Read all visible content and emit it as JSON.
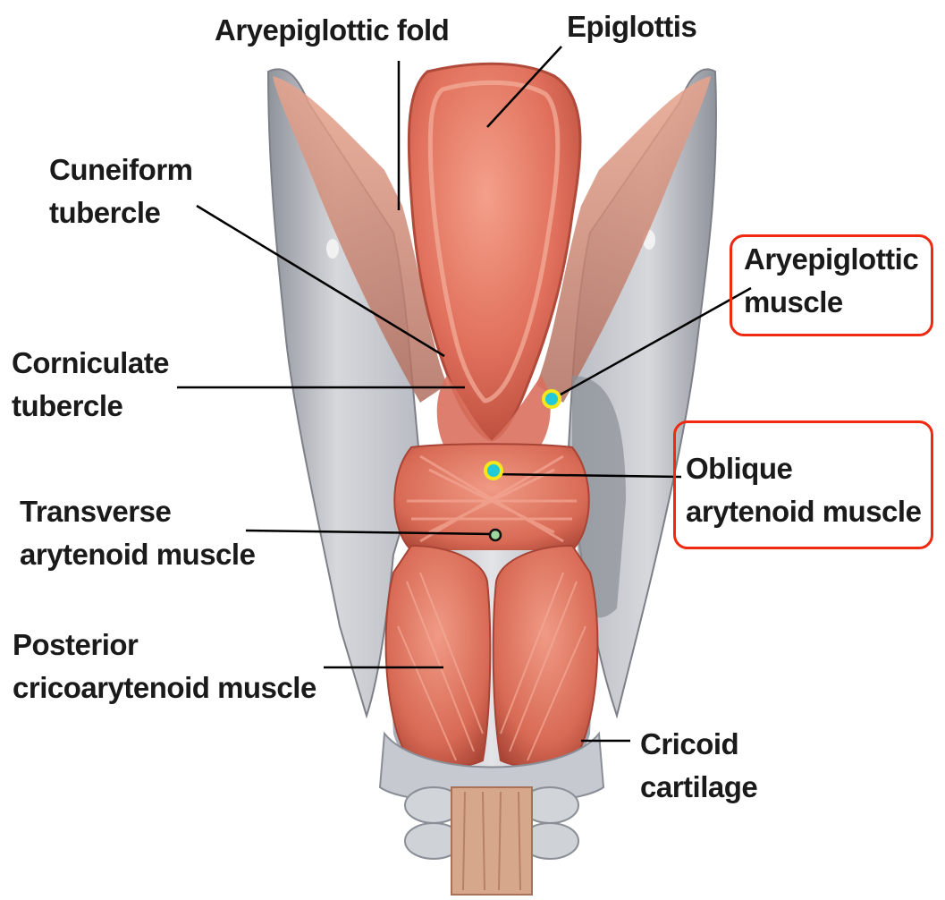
{
  "colors": {
    "highlight_box": "#ee2a10",
    "leader_line": "#000000",
    "marker_fill": "#22c9d8",
    "marker_ring": "#f5e81a",
    "muscle": "#e0705c",
    "cartilage": "#c9ccd2"
  },
  "labels": {
    "aryepiglottic_fold": "Aryepiglottic fold",
    "epiglottis": "Epiglottis",
    "cuneiform": {
      "line1": "Cuneiform",
      "line2": "tubercle"
    },
    "corniculate": {
      "line1": "Corniculate",
      "line2": "tubercle"
    },
    "transverse": {
      "line1": "Transverse",
      "line2": "arytenoid muscle"
    },
    "posterior": {
      "line1": "Posterior",
      "line2": "cricoarytenoid muscle"
    },
    "aryepiglottic_muscle": {
      "line1": "Aryepiglottic",
      "line2": "muscle"
    },
    "oblique": {
      "line1": "Oblique",
      "line2": "arytenoid muscle"
    },
    "cricoid": {
      "line1": "Cricoid",
      "line2": "cartilage"
    }
  },
  "highlighted": [
    "Aryepiglottic muscle",
    "Oblique arytenoid muscle"
  ]
}
